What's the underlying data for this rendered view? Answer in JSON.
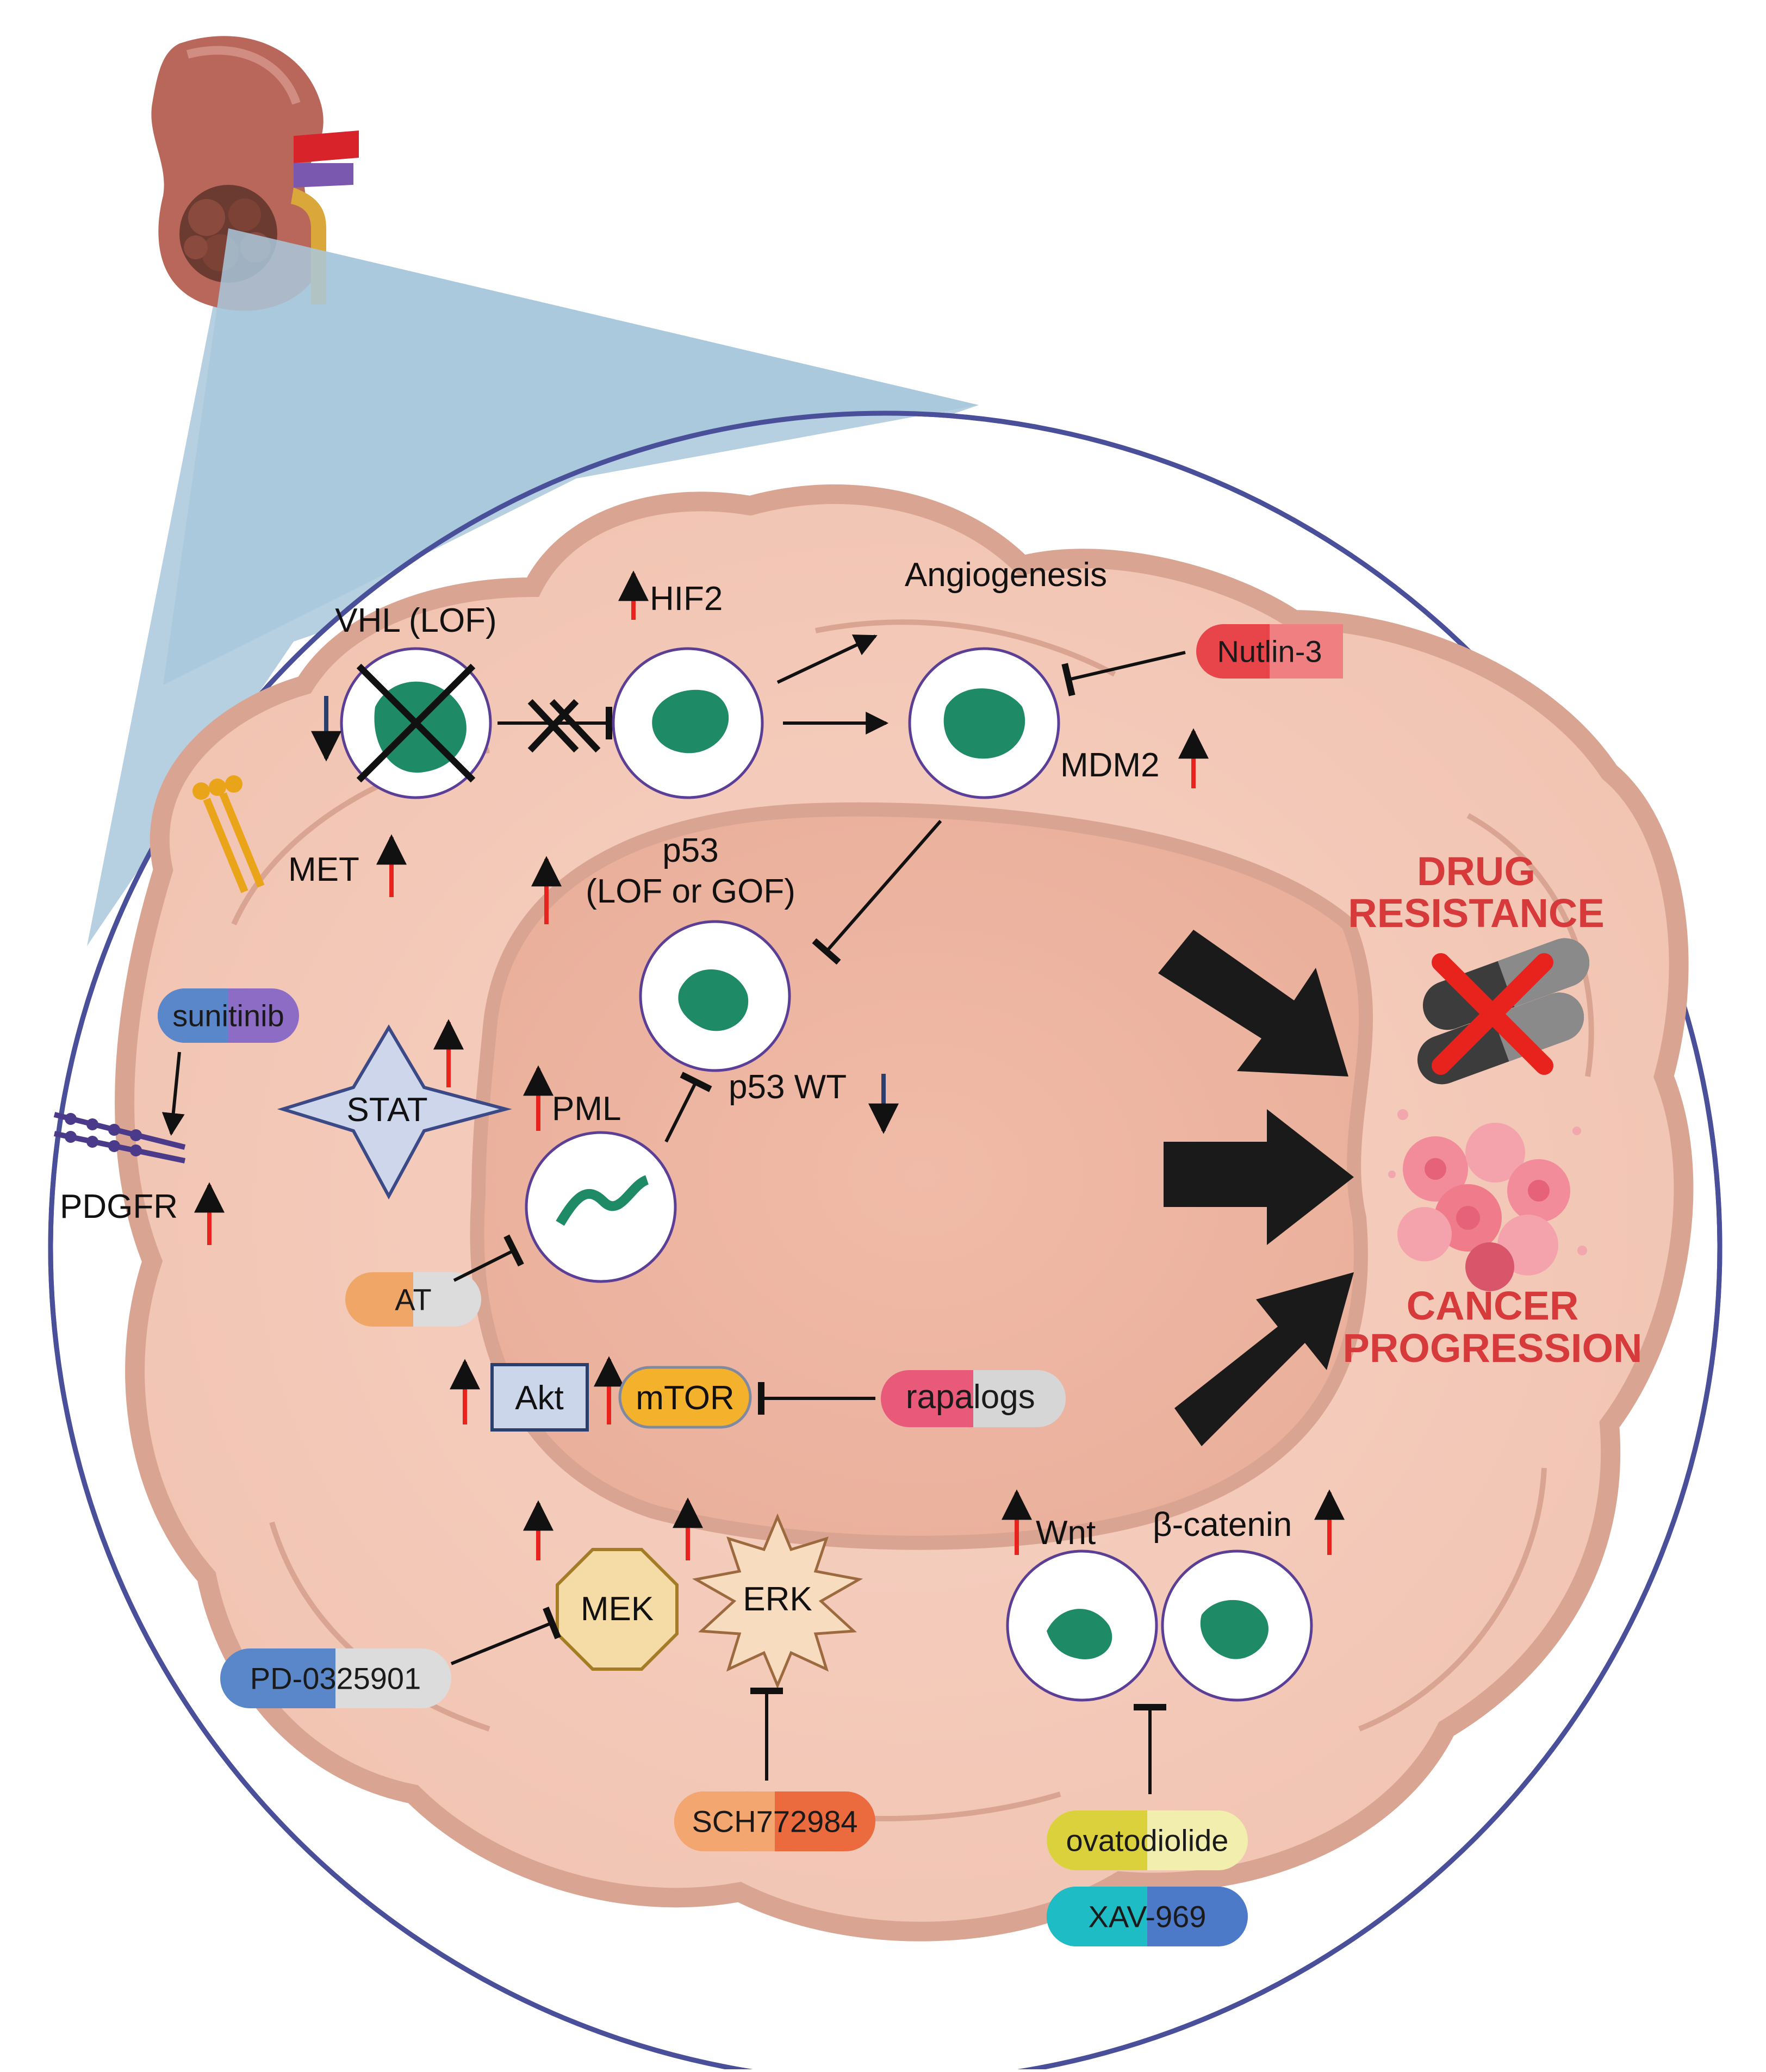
{
  "labels": {
    "vhl": "VHL (LOF)",
    "hif2": "HIF2",
    "angiogenesis": "Angiogenesis",
    "mdm2": "MDM2",
    "met": "MET",
    "p53_line1": "p53",
    "p53_line2": "(LOF or GOF)",
    "p53_wt": "p53 WT",
    "stat": "STAT",
    "pml": "PML",
    "pdgfr": "PDGFR",
    "akt": "Akt",
    "mtor": "mTOR",
    "mek": "MEK",
    "erk": "ERK",
    "wnt": "Wnt",
    "beta_catenin": "β-catenin"
  },
  "drugs": {
    "nutlin": "Nutlin-3",
    "sunitinib": "sunitinib",
    "at": "AT",
    "rapalogs_part1": "rapa",
    "rapalogs_part2": "logs",
    "pd": "PD-0325901",
    "sch": "SCH772984",
    "ovatodiolide": "ovatodiolide",
    "xav": "XAV-969"
  },
  "outcomes": {
    "drug_resistance_line1": "DRUG",
    "drug_resistance_line2": "RESISTANCE",
    "cancer_progression_line1": "CANCER",
    "cancer_progression_line2": "PROGRESSION"
  },
  "colors": {
    "up_arrow": "#e8231e",
    "down_arrow": "#2b3f6e",
    "outcome_text": "#d63a3a",
    "protein": "#1f8a66",
    "circle_border": "#5b3f96",
    "frame_ring": "#4a4f9a"
  }
}
